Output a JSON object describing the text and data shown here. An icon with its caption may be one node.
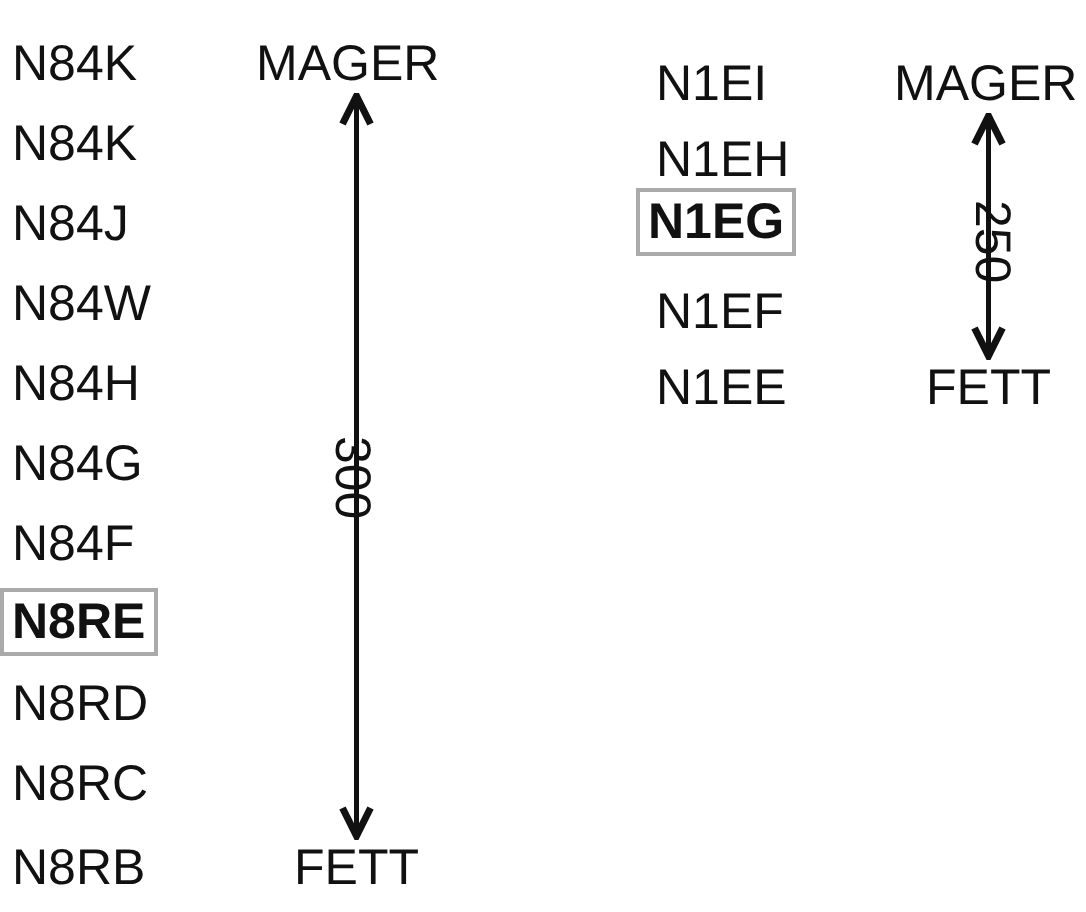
{
  "diagram": {
    "nodes": [
      {
        "text": [
          "N8RE"
        ]
      },
      {
        "text": [
          "MAGER"
        ]
      },
      {
        "text": [
          "FETT"
        ]
      },
      {
        "text": [
          "N1EG"
        ]
      },
      {
        "text": [
          "MAGER"
        ]
      },
      {
        "text": [
          "FETT"
        ]
      }
    ],
    "edges": [
      {
        "from": 1,
        "to": 2,
        "arrow": "both",
        "label": "300"
      },
      {
        "from": 4,
        "to": 5,
        "arrow": "both",
        "label": "250"
      }
    ],
    "labels": [
      "N84K",
      "N84K",
      "N84J",
      "N84W",
      "N84H",
      "N84G",
      "N84F",
      "N8RD",
      "N8RC",
      "N8RB",
      "N1EI",
      "N1EH",
      "N1EF",
      "N1EE"
    ]
  }
}
